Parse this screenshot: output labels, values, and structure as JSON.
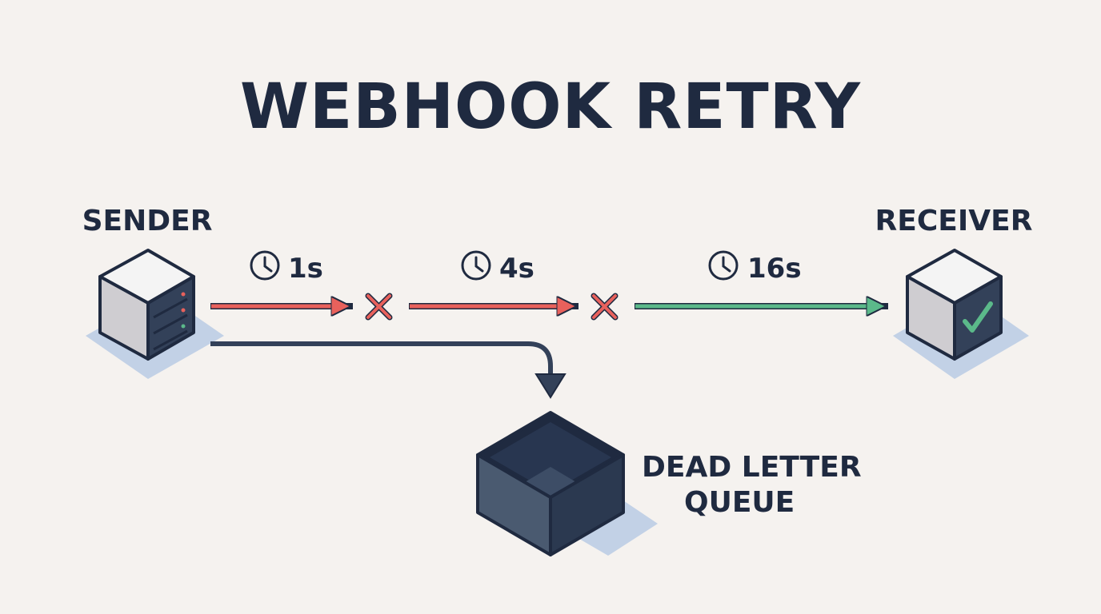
{
  "title": "WEBHOOK RETRY",
  "nodes": {
    "sender": "SENDER",
    "receiver": "RECEIVER",
    "dlq_line1": "DEAD LETTER",
    "dlq_line2": "QUEUE"
  },
  "attempts": [
    {
      "delay": "1s",
      "outcome": "failed"
    },
    {
      "delay": "4s",
      "outcome": "failed"
    },
    {
      "delay": "16s",
      "outcome": "success"
    }
  ],
  "colors": {
    "background": "#f5f2ef",
    "ink": "#1f2a40",
    "fail": "#e8615c",
    "success": "#5bb98a",
    "shadow": "#b9cbe4"
  },
  "icons": {
    "delay": "clock-icon",
    "failure": "cross-icon",
    "success": "check-icon"
  }
}
